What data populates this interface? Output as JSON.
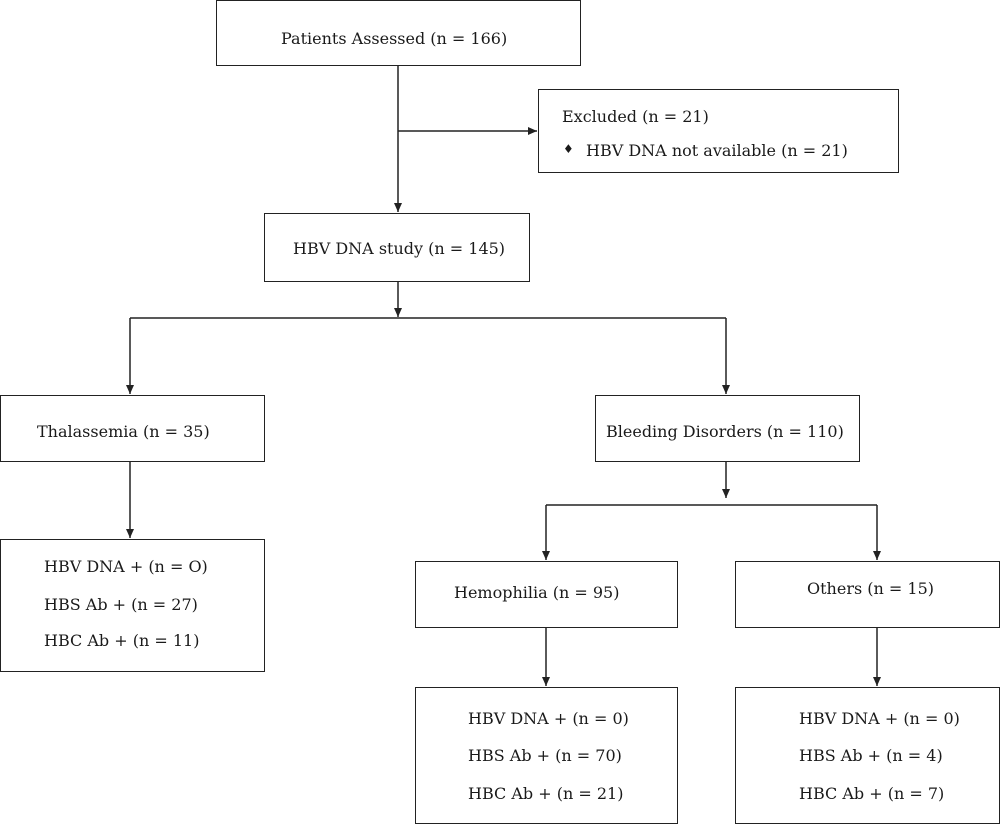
{
  "nodes": {
    "assessed": "Patients Assessed (n = 166)",
    "excluded_title": "Excluded (n = 21)",
    "excluded_bullet": "♦",
    "excluded_reason": "HBV DNA not available (n = 21)",
    "study": "HBV DNA study (n = 145)",
    "thalassemia": "Thalassemia (n = 35)",
    "bleeding": "Bleeding Disorders (n = 110)",
    "hemophilia": "Hemophilia (n = 95)",
    "others": "Others (n = 15)"
  },
  "results": {
    "thalassemia": [
      "HBV DNA + (n = O)",
      "HBS Ab + (n = 27)",
      "HBC Ab + (n = 11)"
    ],
    "hemophilia": [
      "HBV DNA + (n = 0)",
      "HBS Ab + (n = 70)",
      "HBC Ab + (n = 21)"
    ],
    "others": [
      "HBV DNA + (n = 0)",
      "HBS Ab + (n = 4)",
      "HBC Ab + (n = 7)"
    ]
  }
}
